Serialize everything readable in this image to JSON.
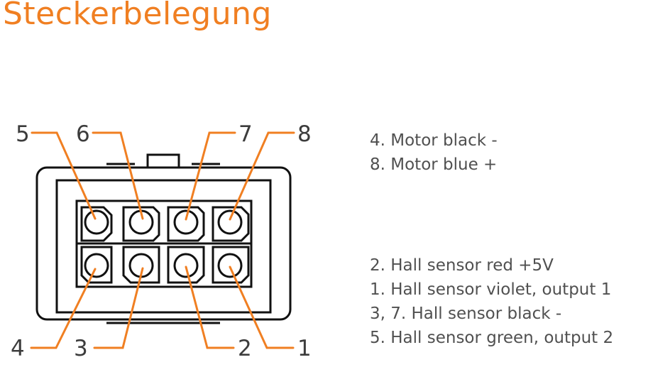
{
  "title": "Steckerbelegung",
  "pin_labels": {
    "p1": "1",
    "p2": "2",
    "p3": "3",
    "p4": "4",
    "p5": "5",
    "p6": "6",
    "p7": "7",
    "p8": "8"
  },
  "legend_motor": [
    "4. Motor black -",
    "8. Motor blue +"
  ],
  "legend_hall": [
    "2. Hall sensor red +5V",
    "1. Hall sensor violet, output 1",
    "3, 7. Hall sensor black -",
    "5. Hall sensor green, output 2"
  ],
  "colors": {
    "accent": "#f07f22",
    "outline": "#111111",
    "text": "#505050"
  }
}
